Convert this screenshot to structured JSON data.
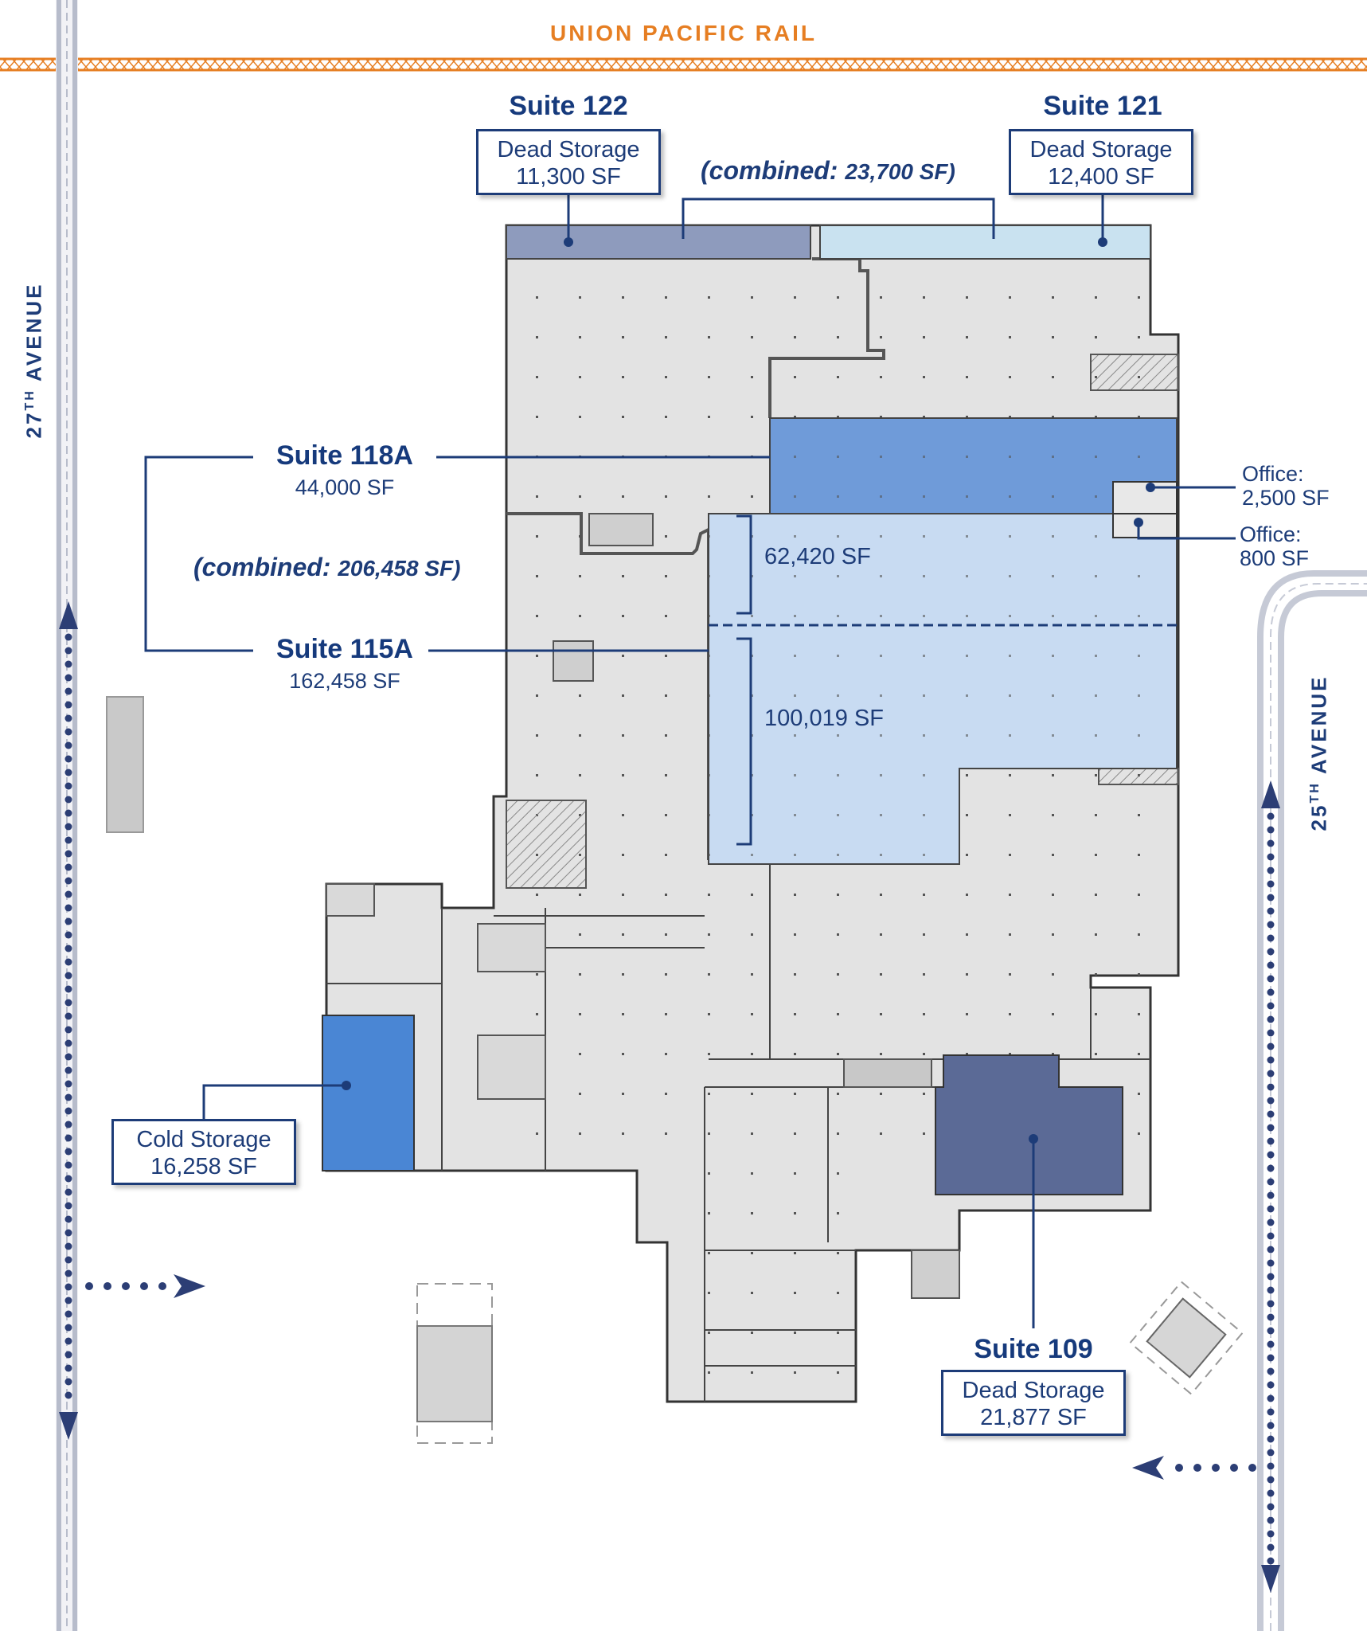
{
  "map": {
    "rail_label": "UNION PACIFIC RAIL",
    "road_west": {
      "prefix": "27",
      "sup": "TH",
      "suffix": " AVENUE"
    },
    "road_east": {
      "prefix": "25",
      "sup": "TH",
      "suffix": " AVENUE"
    },
    "colors": {
      "rail": "#e67e22",
      "label_navy": "#1d3c78",
      "building_gray": "#e3e3e3",
      "suite_122_fill": "#8e9bbd",
      "suite_121_fill": "#c9e2f0",
      "suite_118a_fill": "#6f9bd9",
      "suite_115a_fill": "#c8dbf2",
      "cold_storage_fill": "#4a86d4",
      "suite_109_fill": "#5b6a96"
    }
  },
  "suites": {
    "s122": {
      "title": "Suite 122",
      "line1": "Dead Storage",
      "line2": "11,300 SF"
    },
    "s121": {
      "title": "Suite 121",
      "line1": "Dead Storage",
      "line2": "12,400 SF"
    },
    "combined_top": {
      "label": "(combined:",
      "value": "23,700 SF)"
    },
    "s118a": {
      "title": "Suite 118A",
      "area": "44,000 SF"
    },
    "combined_left": {
      "label": "(combined:",
      "value": "206,458 SF)"
    },
    "s115a": {
      "title": "Suite 115A",
      "area": "162,458 SF"
    },
    "part_upper": "62,420 SF",
    "part_lower": "100,019 SF",
    "office_a": {
      "line1": "Office:",
      "line2": "2,500 SF"
    },
    "office_b": {
      "line1": "Office:",
      "line2": "800 SF"
    },
    "cold": {
      "line1": "Cold Storage",
      "line2": "16,258 SF"
    },
    "s109": {
      "title": "Suite 109",
      "line1": "Dead Storage",
      "line2": "21,877 SF"
    }
  }
}
